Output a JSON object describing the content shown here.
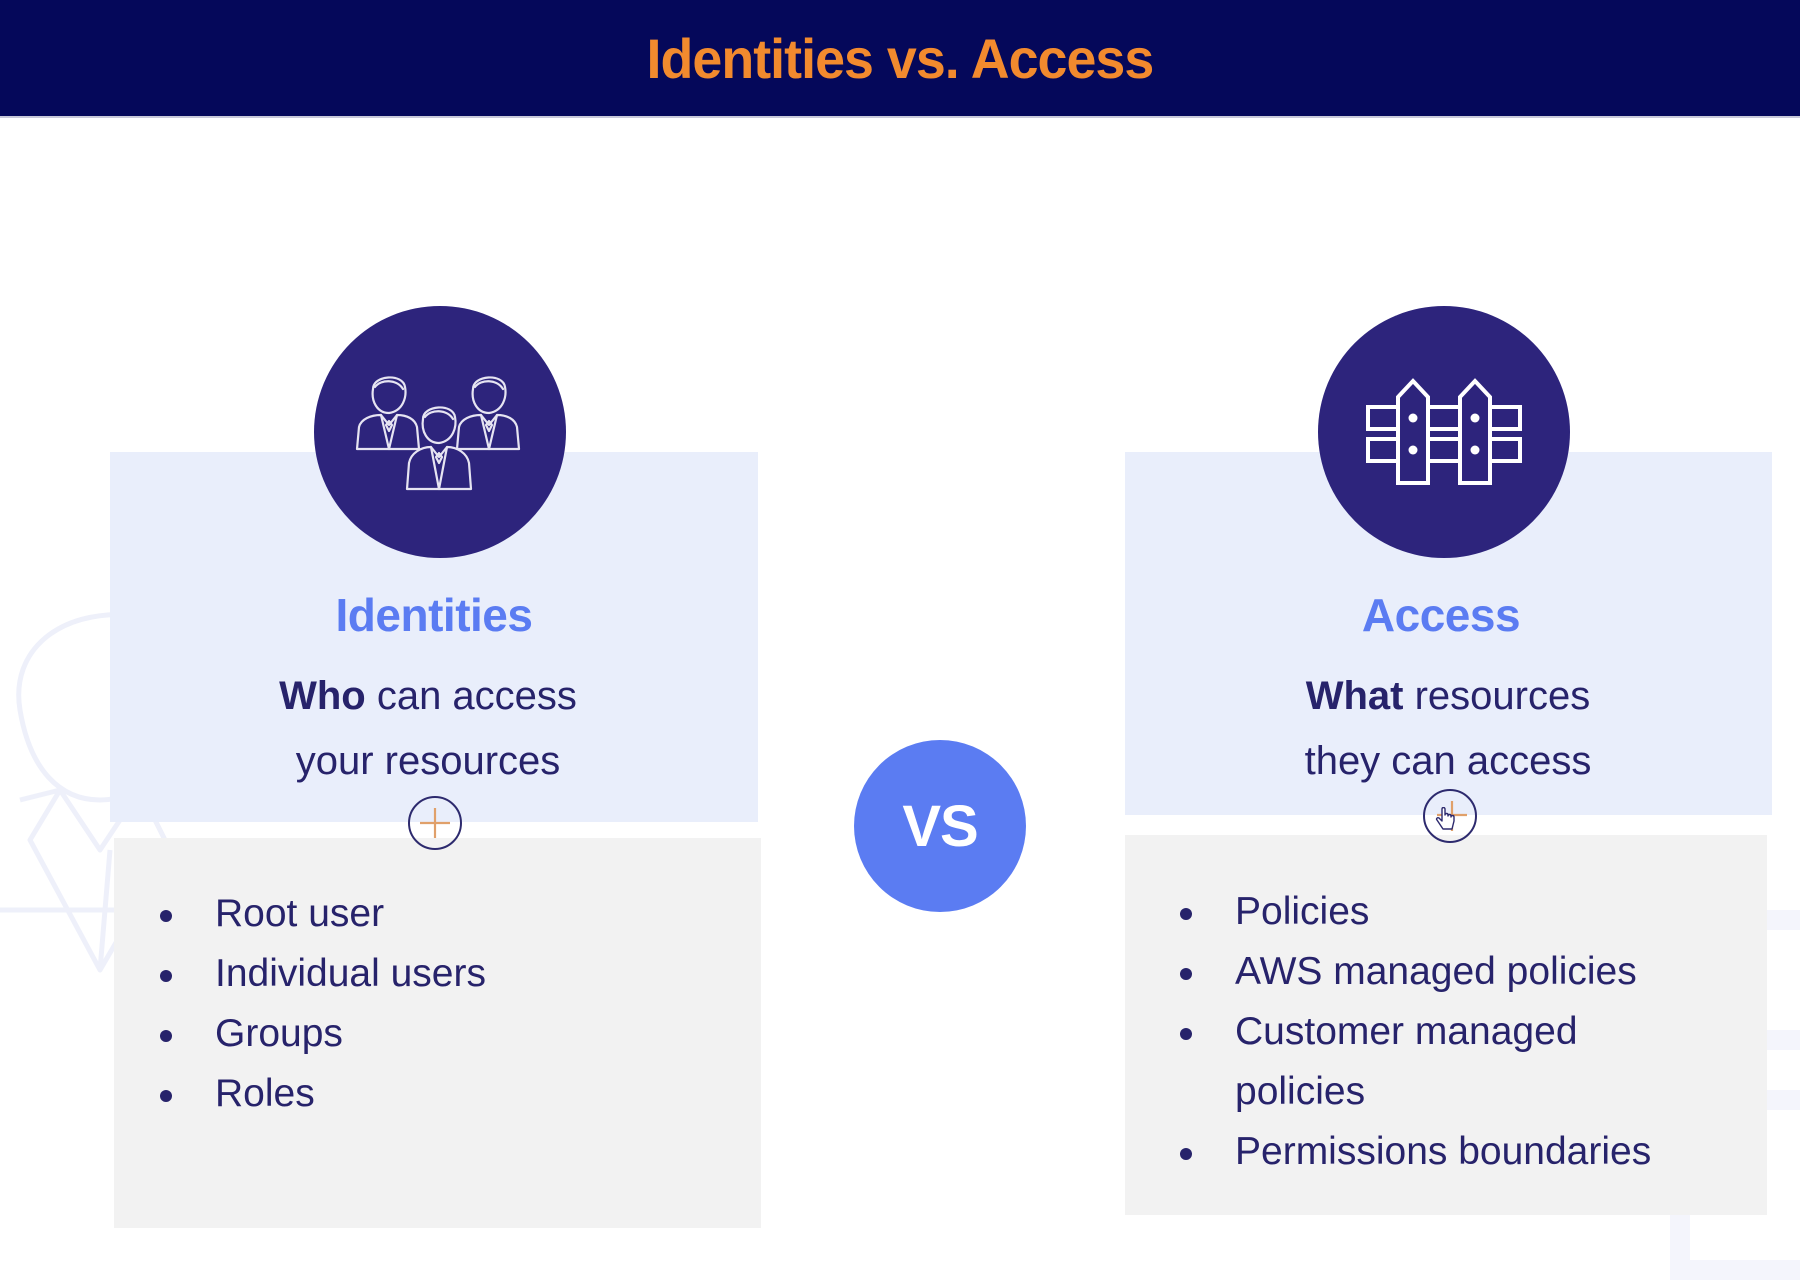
{
  "header": {
    "title": "Identities vs. Access"
  },
  "colors": {
    "header_bg": "#05085A",
    "title_orange": "#F28A2E",
    "icon_circle": "#2D247C",
    "accent_blue": "#5B7CF2",
    "light_box": "#E9EEFB",
    "grey_box": "#F2F2F2",
    "text_dark": "#27236B"
  },
  "identities": {
    "icon": "people-group-icon",
    "heading": "Identities",
    "sub_bold": "Who",
    "sub_rest_line1": " can access",
    "sub_line2": "your resources",
    "expand_icon": "plus-circle-icon",
    "items": [
      "Root user",
      "Individual users",
      "Groups",
      "Roles"
    ]
  },
  "vs": {
    "label": "VS"
  },
  "access": {
    "icon": "fence-icon",
    "heading": "Access",
    "sub_bold": "What",
    "sub_rest_line1": " resources",
    "sub_line2": "they can access",
    "expand_icon": "plus-circle-icon",
    "items": [
      "Policies",
      "AWS managed policies",
      "Customer managed policies",
      "Permissions boundaries"
    ],
    "item_wrap": {
      "line1": "Customer managed",
      "line2": "policies"
    }
  },
  "cursor": {
    "icon": "hand-pointer-icon"
  }
}
